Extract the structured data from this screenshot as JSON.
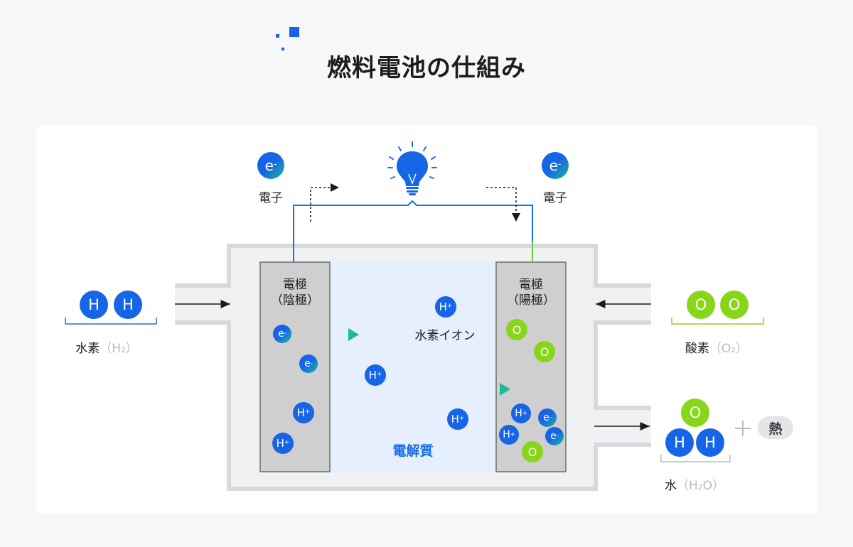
{
  "title": "燃料電池の仕組み",
  "labels": {
    "electron_left": "電子",
    "electron_right": "電子",
    "hydrogen": "水素",
    "hydrogen_formula": "（H₂）",
    "oxygen": "酸素",
    "oxygen_formula": "（O₂）",
    "water": "水",
    "water_formula": "（H₂O）",
    "heat": "熱",
    "cathode_line1": "電極",
    "cathode_line2": "（陰極）",
    "anode_line1": "電極",
    "anode_line2": "（陽極）",
    "hydrogen_ion": "水素イオン",
    "electrolyte": "電解質"
  },
  "symbols": {
    "hydrogen": "H",
    "oxygen": "O",
    "electron": "e",
    "ion_charge": "+",
    "electron_charge": "-",
    "plus": "+"
  },
  "colors": {
    "hydrogen": "#1565e6",
    "oxygen": "#88d61a",
    "electron_gradient": [
      "#1565e6",
      "#1fb89a"
    ],
    "wire_blue": "#1a6ee8",
    "wire_green": "#6fcc3a",
    "electrolyte_fill": "#e5effd",
    "electrode_fill": "#cfcfcf",
    "casing": "#d7d9dd"
  },
  "icons": [
    "lightbulb-icon",
    "dotted-arrow-right-icon",
    "dotted-arrow-down-icon",
    "flow-arrow-icon"
  ]
}
